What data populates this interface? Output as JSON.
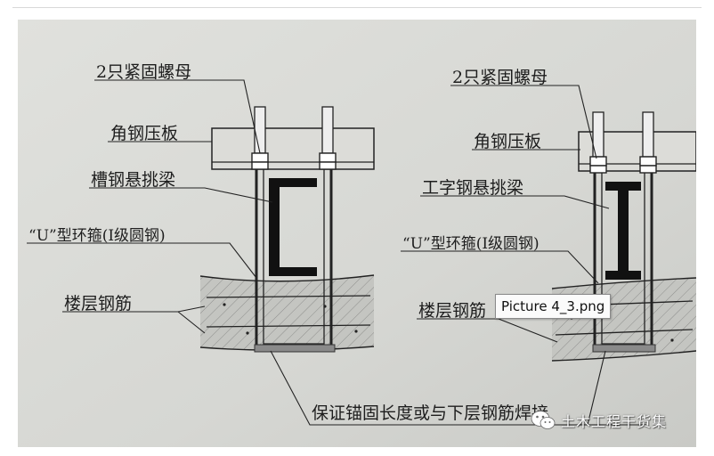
{
  "diagram": {
    "left": {
      "nut_label": "2只紧固螺母",
      "plate_label": "角钢压板",
      "beam_label": "槽钢悬挑梁",
      "hoop_label": "“U”型环箍(I级圆钢)",
      "rebar_label": "楼层钢筋"
    },
    "right": {
      "nut_label": "2只紧固螺母",
      "plate_label": "角钢压板",
      "beam_label": "工字钢悬挑梁",
      "hoop_label": "“U”型环箍(I级圆钢)",
      "rebar_label": "楼层钢筋"
    },
    "bottom_label": "保证锚固长度或与下层钢筋焊接"
  },
  "tooltip": "Picture 4_3.png",
  "watermark": "土木工程干货集",
  "colors": {
    "paper": "#d9dad6",
    "concrete": "#c4c5c1",
    "ink": "#1d1d1d",
    "steel": "#111111",
    "weld": "#8a8a8a"
  }
}
